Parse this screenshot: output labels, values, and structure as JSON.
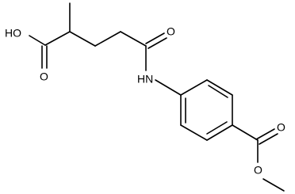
{
  "molecule": {
    "atoms": {
      "hydroxyl": "HO",
      "acid_carbonyl_oxygen": "O",
      "amide_oxygen": "O",
      "amide_nh": "HN",
      "ester_carbonyl_oxygen": "O",
      "ester_oxygen": "O"
    }
  },
  "colors": {
    "bond": "#000000",
    "text": "#000000",
    "background": "#ffffff"
  }
}
